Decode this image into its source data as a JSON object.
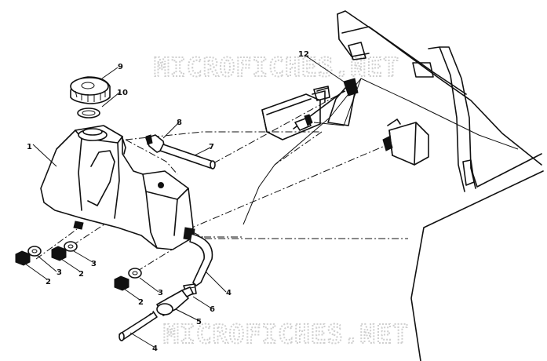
{
  "diagram": {
    "watermark_top": "MICROFICHES.NET",
    "watermark_bottom": "MICROFICHES.NET",
    "callouts": {
      "c1": "1",
      "c2a": "2",
      "c2b": "2",
      "c2c": "2",
      "c3a": "3",
      "c3b": "3",
      "c3c": "3",
      "c4a": "4",
      "c4b": "4",
      "c5": "5",
      "c6": "6",
      "c7": "7",
      "c8": "8",
      "c9": "9",
      "c10": "10",
      "c12": "12"
    }
  }
}
